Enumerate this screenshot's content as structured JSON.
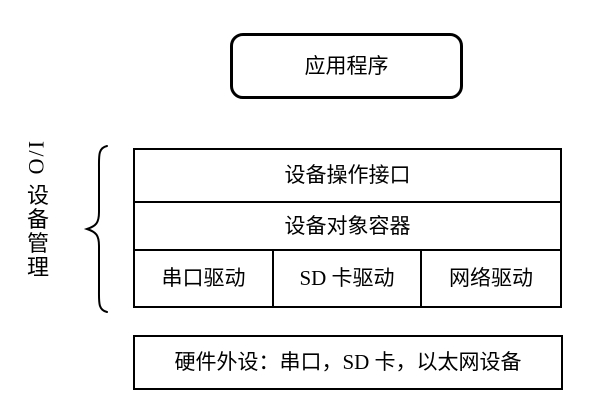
{
  "diagram": {
    "application_box": {
      "label": "应用程序"
    },
    "side_group": {
      "label": "I/O 设备管理"
    },
    "stack": {
      "layer_interface": "设备操作接口",
      "layer_container": "设备对象容器",
      "drivers": [
        "串口驱动",
        "SD 卡驱动",
        "网络驱动"
      ]
    },
    "hardware_box": {
      "label": "硬件外设：串口，SD 卡，以太网设备"
    },
    "colors": {
      "line": "#000000",
      "background": "#ffffff",
      "text": "#000000"
    }
  }
}
